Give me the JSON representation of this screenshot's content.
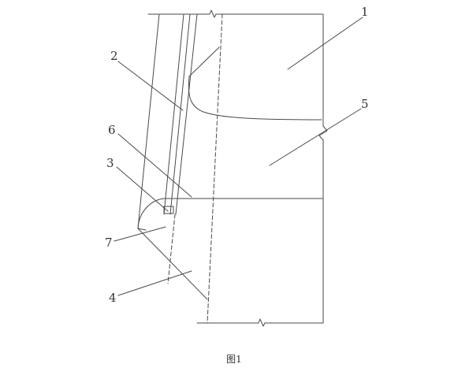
{
  "figure": {
    "caption": "图1",
    "labels": [
      {
        "id": "1",
        "text": "1"
      },
      {
        "id": "2",
        "text": "2"
      },
      {
        "id": "3",
        "text": "3"
      },
      {
        "id": "4",
        "text": "4"
      },
      {
        "id": "5",
        "text": "5"
      },
      {
        "id": "6",
        "text": "6"
      },
      {
        "id": "7",
        "text": "7"
      }
    ]
  },
  "colors": {
    "line": "#4a4a4a",
    "text": "#333333",
    "background": "#ffffff"
  }
}
